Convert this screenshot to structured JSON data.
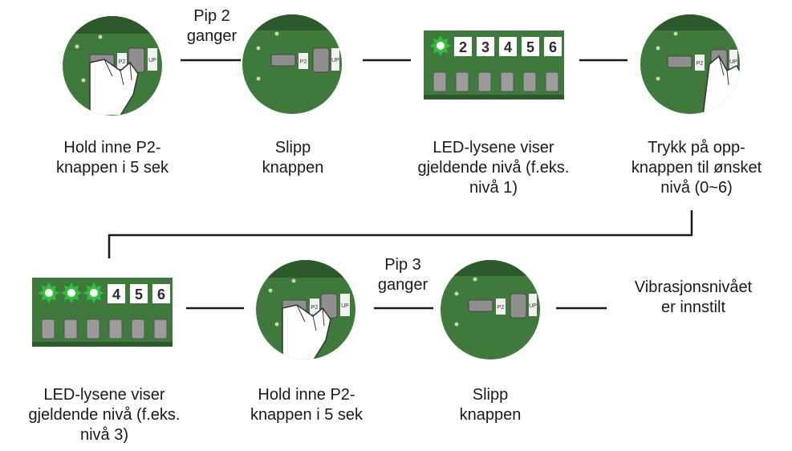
{
  "row1": {
    "step1": {
      "lines": [
        "Hold inne P2-",
        "knappen i 5 sek"
      ],
      "visual": "hand-pressing-p2-button",
      "labels": [
        "P2",
        "UP"
      ]
    },
    "beeps1": {
      "lines": [
        "Pip 2",
        "ganger"
      ]
    },
    "step2": {
      "lines": [
        "Slipp",
        "knappen"
      ],
      "visual": "released-p2-button",
      "labels": [
        "P2",
        "UP"
      ]
    },
    "step3": {
      "lines": [
        "LED-lysene viser",
        "gjeldende nivå (f.eks.",
        "nivå 1)"
      ],
      "leds": [
        "1",
        "2",
        "3",
        "4",
        "5",
        "6"
      ],
      "lit_count": 1
    },
    "step4": {
      "lines": [
        "Trykk på opp-",
        "knappen til ønsket",
        "nivå (0~6)"
      ],
      "visual": "hand-pressing-up-button",
      "labels": [
        "P2",
        "UP"
      ]
    }
  },
  "row2": {
    "step5": {
      "lines": [
        "LED-lysene viser",
        "gjeldende nivå (f.eks.",
        "nivå 3)"
      ],
      "leds": [
        "1",
        "2",
        "3",
        "4",
        "5",
        "6"
      ],
      "lit_count": 3
    },
    "step6": {
      "lines": [
        "Hold inne P2-",
        "knappen i 5 sek"
      ],
      "visual": "hand-pressing-p2-button",
      "labels": [
        "P2",
        "UP"
      ]
    },
    "beeps2": {
      "lines": [
        "Pip 3",
        "ganger"
      ]
    },
    "step7": {
      "lines": [
        "Slipp",
        "knappen"
      ],
      "visual": "released-p2-button",
      "labels": [
        "P2",
        "UP"
      ]
    },
    "result": {
      "lines": [
        "Vibrasjonsnivået",
        "er innstilt"
      ]
    }
  },
  "colors": {
    "board": "#3f7a3c",
    "board_dark": "#2c5a2a",
    "led_lit": "#2fbf3c",
    "connector": "#1a1a1a"
  }
}
